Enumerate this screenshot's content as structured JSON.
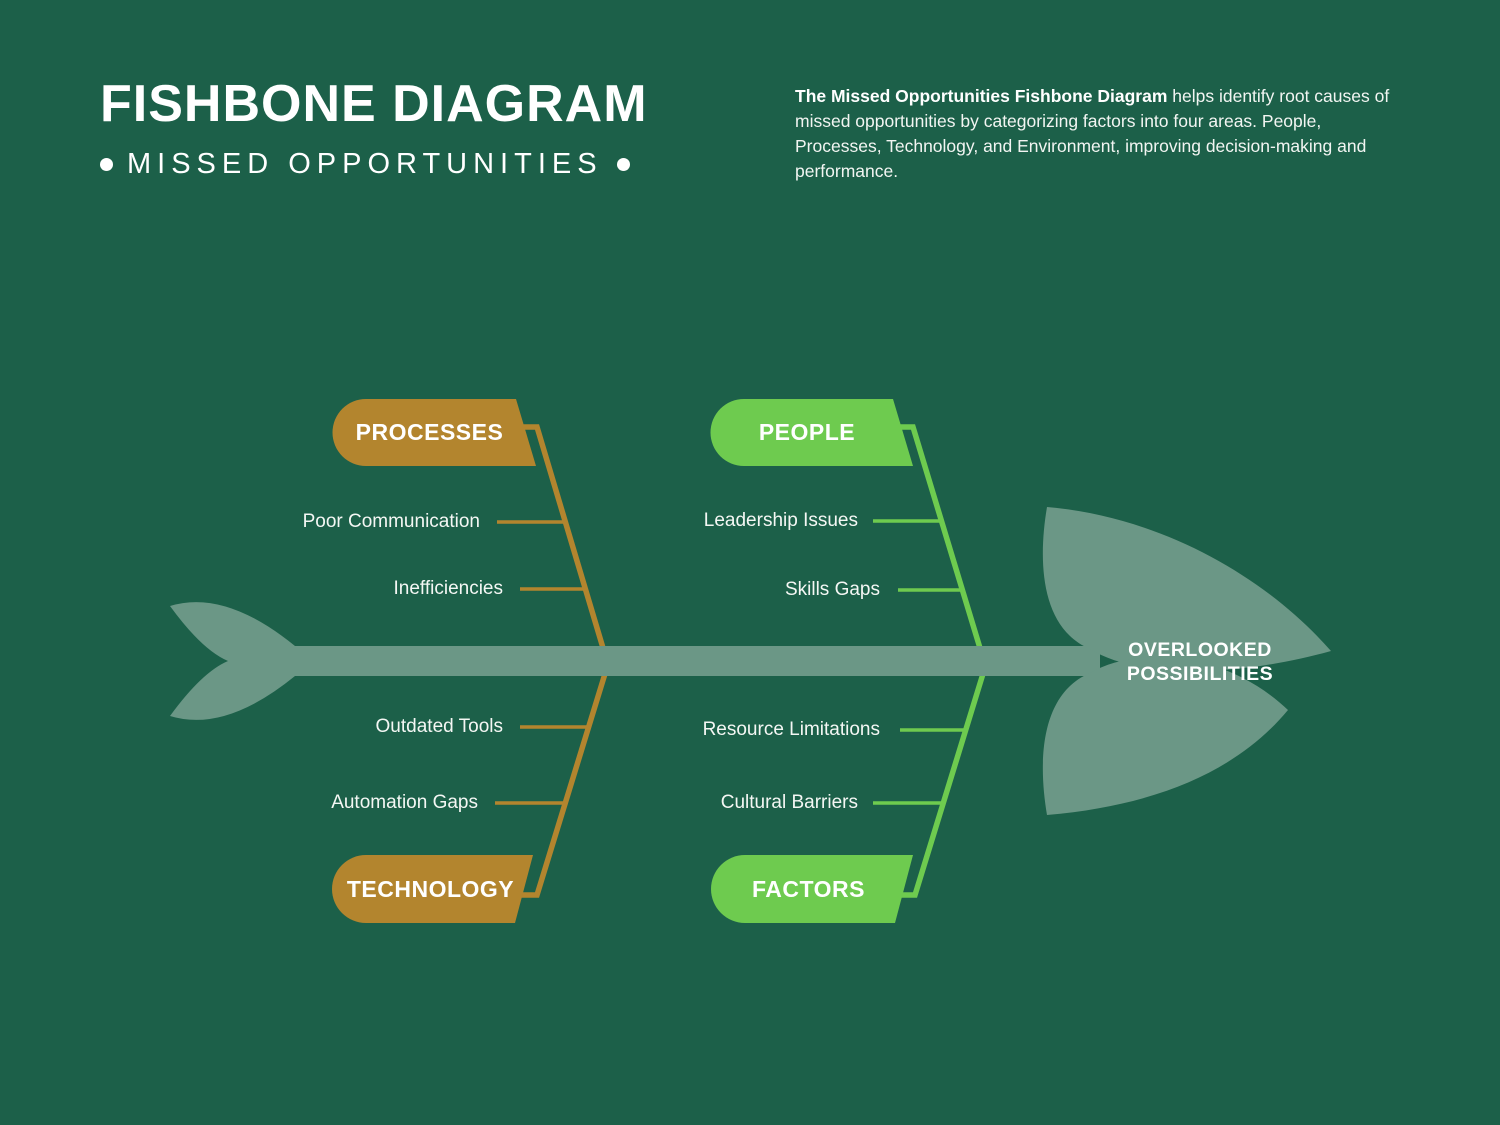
{
  "colors": {
    "background": "#1c6049",
    "gold": "#b3852e",
    "green": "#6ecb4f",
    "sage": "#6b9786",
    "text": "#ffffff"
  },
  "header": {
    "title": "FISHBONE DIAGRAM",
    "subtitle": "MISSED OPPORTUNITIES",
    "description_bold": "The Missed Opportunities Fishbone Diagram",
    "description_rest": " helps identify root causes of missed opportunities by categorizing factors into four areas. People, Processes, Technology, and Environment, improving decision-making and performance."
  },
  "diagram": {
    "head_label_line1": "OVERLOOKED",
    "head_label_line2": "POSSIBILITIES",
    "categories": [
      {
        "label": "PROCESSES",
        "color": "gold",
        "position": "top-left",
        "items": [
          "Poor Communication",
          "Inefficiencies"
        ]
      },
      {
        "label": "PEOPLE",
        "color": "green",
        "position": "top-right",
        "items": [
          "Leadership Issues",
          "Skills Gaps"
        ]
      },
      {
        "label": "TECHNOLOGY",
        "color": "gold",
        "position": "bottom-left",
        "items": [
          "Outdated Tools",
          "Automation Gaps"
        ]
      },
      {
        "label": "FACTORS",
        "color": "green",
        "position": "bottom-right",
        "items": [
          "Resource Limitations",
          "Cultural Barriers"
        ]
      }
    ]
  }
}
